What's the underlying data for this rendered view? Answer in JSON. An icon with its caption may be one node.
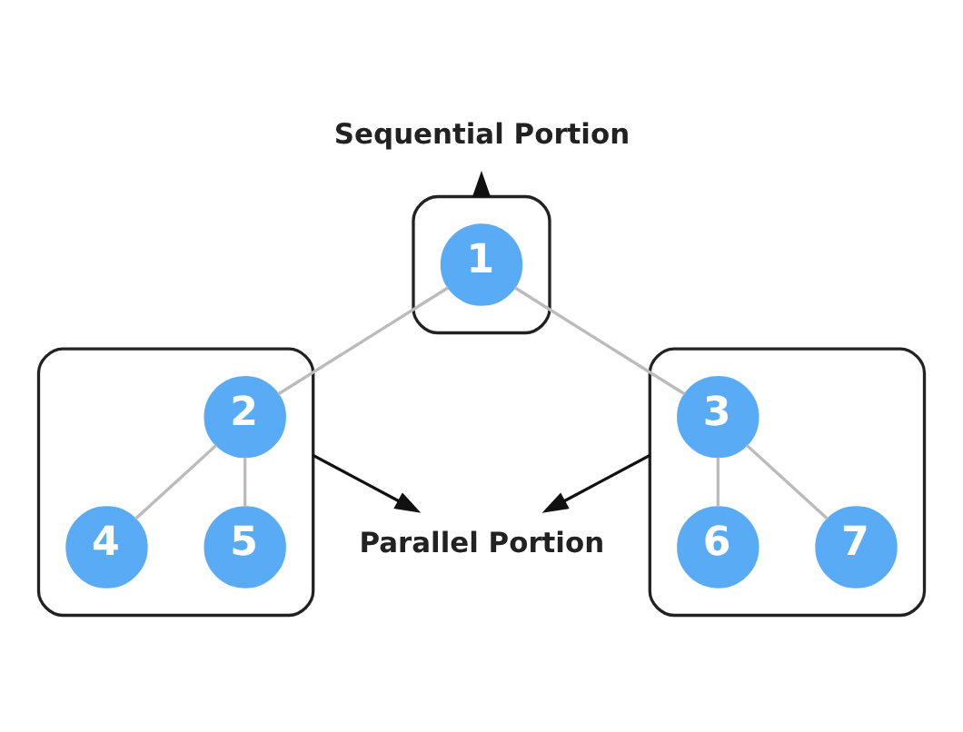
{
  "diagram": {
    "nodes": [
      {
        "text": [
          "Sequential Portion"
        ]
      },
      {
        "text": [],
        "shape": "box"
      },
      {
        "text": [
          "1"
        ],
        "in": 1
      },
      {
        "text": [],
        "shape": "box"
      },
      {
        "text": [
          "2"
        ],
        "in": 3
      },
      {
        "text": [],
        "shape": "box"
      },
      {
        "text": [
          "3"
        ],
        "in": 5
      },
      {
        "text": [
          "4"
        ],
        "in": 3
      },
      {
        "text": [
          "5"
        ],
        "in": 3
      },
      {
        "text": [
          "6"
        ],
        "in": 5
      },
      {
        "text": [
          "7"
        ],
        "in": 5
      },
      {
        "text": [
          "Parallel Portion"
        ]
      }
    ],
    "edges": [
      {
        "from": 1,
        "to": 0,
        "arrow": "to",
        "color": "#111111"
      },
      {
        "from": 2,
        "to": 4,
        "arrow": "none"
      },
      {
        "from": 2,
        "to": 6,
        "arrow": "none"
      },
      {
        "from": 4,
        "to": 7,
        "arrow": "none"
      },
      {
        "from": 4,
        "to": 8,
        "arrow": "none"
      },
      {
        "from": 6,
        "to": 9,
        "arrow": "none"
      },
      {
        "from": 6,
        "to": 10,
        "arrow": "none"
      },
      {
        "from": 3,
        "to": 11,
        "arrow": "to",
        "color": "#111111"
      },
      {
        "from": 5,
        "to": 11,
        "arrow": "to",
        "color": "#111111"
      }
    ]
  }
}
